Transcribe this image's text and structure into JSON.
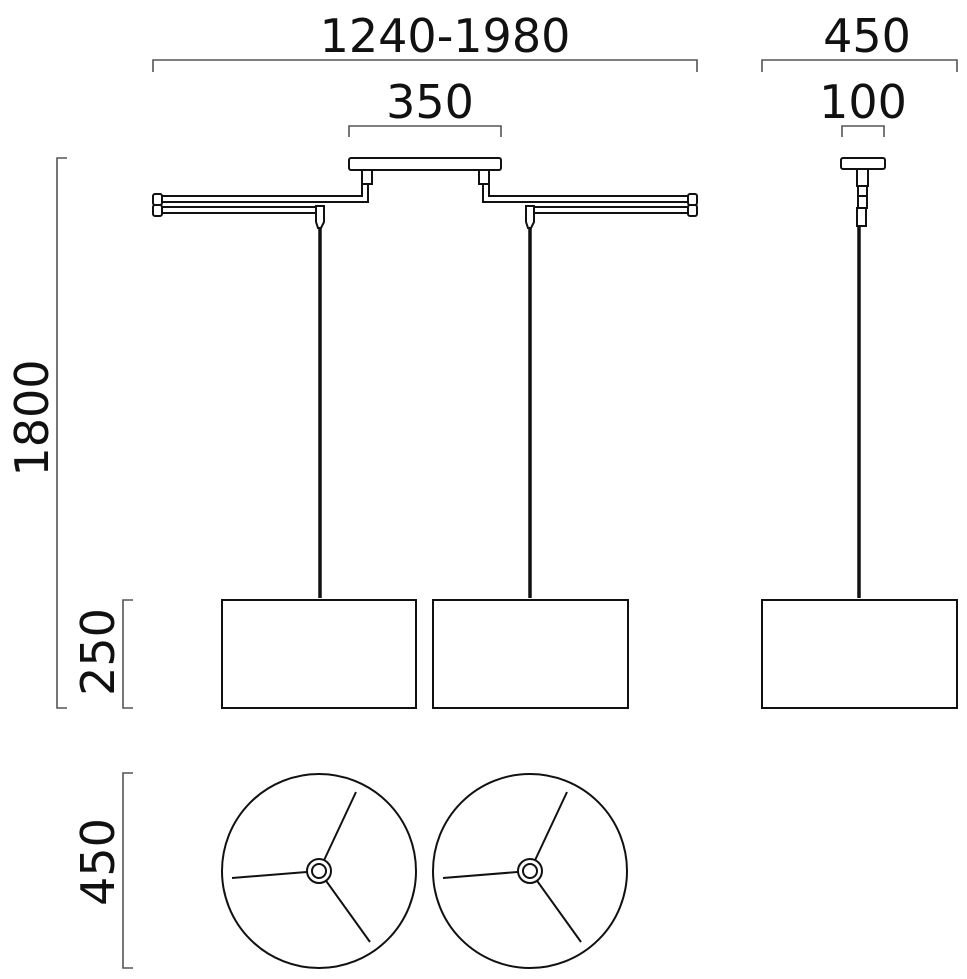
{
  "title": "Pendant lamp dimension drawing",
  "dimensions": {
    "overall_width": "1240-1980",
    "side_width": "450",
    "canopy_width": "350",
    "side_canopy_width": "100",
    "overall_height": "1800",
    "shade_height": "250",
    "shade_diameter": "450"
  },
  "colors": {
    "line": "#111111",
    "dimension_line": "#555555",
    "background": "#ffffff"
  }
}
